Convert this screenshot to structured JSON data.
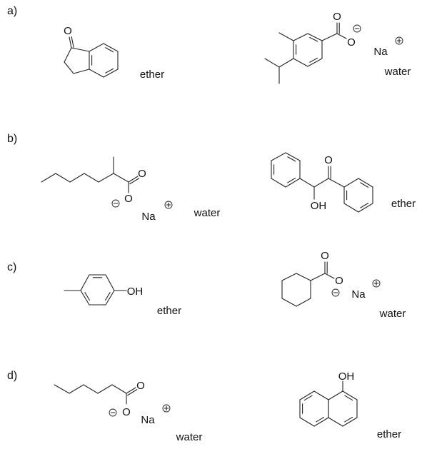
{
  "problems": [
    {
      "label": "a)",
      "left": {
        "atoms": {
          "o": "O"
        },
        "solvent": "ether"
      },
      "right": {
        "atoms": {
          "o1": "O",
          "o2": "O",
          "na": "Na"
        },
        "solvent": "water"
      }
    },
    {
      "label": "b)",
      "left": {
        "atoms": {
          "o1": "O",
          "o2": "O",
          "na": "Na"
        },
        "solvent": "water"
      },
      "right": {
        "atoms": {
          "o": "O",
          "oh": "OH"
        },
        "solvent": "ether"
      }
    },
    {
      "label": "c)",
      "left": {
        "atoms": {
          "oh": "OH"
        },
        "solvent": "ether"
      },
      "right": {
        "atoms": {
          "o1": "O",
          "o2": "O",
          "na": "Na"
        },
        "solvent": "water"
      }
    },
    {
      "label": "d)",
      "left": {
        "atoms": {
          "o1": "O",
          "o2": "O",
          "na": "Na"
        },
        "solvent": "water"
      },
      "right": {
        "atoms": {
          "oh": "OH"
        },
        "solvent": "ether"
      }
    }
  ],
  "colors": {
    "ink": "#222222",
    "background": "#ffffff"
  }
}
